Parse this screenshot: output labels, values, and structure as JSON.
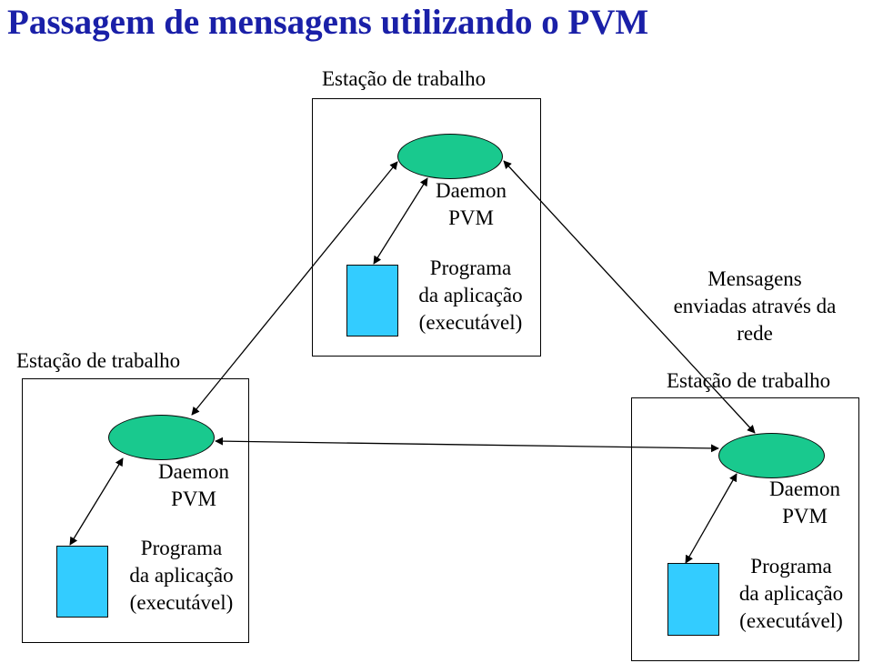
{
  "title": "Passagem de mensagens utilizando o PVM",
  "network_label": [
    "Mensagens",
    "enviadas através da",
    "rede"
  ],
  "stations": {
    "top": {
      "label": "Estação de trabalho",
      "daemon": [
        "Daemon",
        "PVM"
      ],
      "program": [
        "Programa",
        "da aplicação",
        "(executável)"
      ]
    },
    "left": {
      "label": "Estação de trabalho",
      "daemon": [
        "Daemon",
        "PVM"
      ],
      "program": [
        "Programa",
        "da aplicação",
        "(executável)"
      ]
    },
    "right": {
      "label": "Estação de trabalho",
      "daemon": [
        "Daemon",
        "PVM"
      ],
      "program": [
        "Programa",
        "da aplicação",
        "(executável)"
      ]
    }
  },
  "colors": {
    "title": "#1a20a8",
    "daemon_fill": "#19c98e",
    "program_fill": "#33ccff"
  }
}
